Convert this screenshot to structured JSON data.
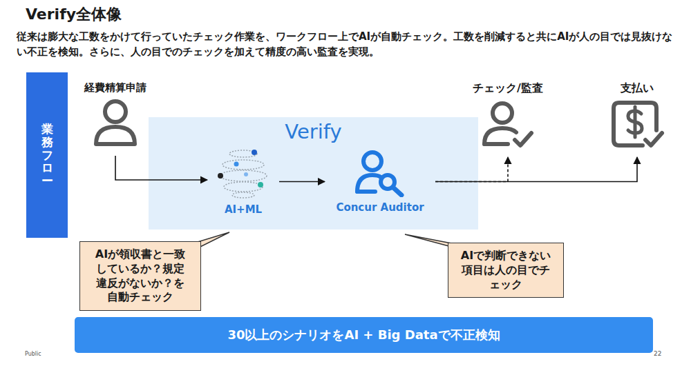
{
  "diagram": {
    "title": "Verify全体像",
    "nodes": [
      {
        "text": [
          "業務フロー"
        ]
      },
      {
        "text": [
          "経費精算申請"
        ]
      },
      {
        "text": [
          "Verify"
        ]
      },
      {
        "text": [
          "AI+ML"
        ],
        "in": 2
      },
      {
        "text": [
          "Concur Auditor"
        ],
        "in": 2
      },
      {
        "text": [
          "チェック/監査"
        ]
      },
      {
        "text": [
          "支払い"
        ]
      },
      {
        "text": [
          "AIが領収書と一致しているか？規定違反がないか？を自動チェック"
        ]
      },
      {
        "text": [
          "AIで判断できない項目は人の目でチェック"
        ]
      },
      {
        "text": [
          "30以上のシナリオをAI + Big Dataで不正検知"
        ]
      }
    ],
    "edges": [
      {
        "from": 1,
        "to": 3,
        "arrow": "to"
      },
      {
        "from": 3,
        "to": 4,
        "arrow": "to"
      },
      {
        "from": 4,
        "to": 6,
        "arrow": "to"
      },
      {
        "from": 4,
        "to": 5,
        "arrow": "to"
      }
    ],
    "labels": [
      "従来は膨大な工数をかけて行っていたチェック作業を、ワークフロー上でAIが自動チェック。工数を削減すると共にAIが人の目では見抜けない不正を検知。さらに、人の目でのチェックを加えて精度の高い監査を実現。",
      "Public",
      "22"
    ]
  }
}
